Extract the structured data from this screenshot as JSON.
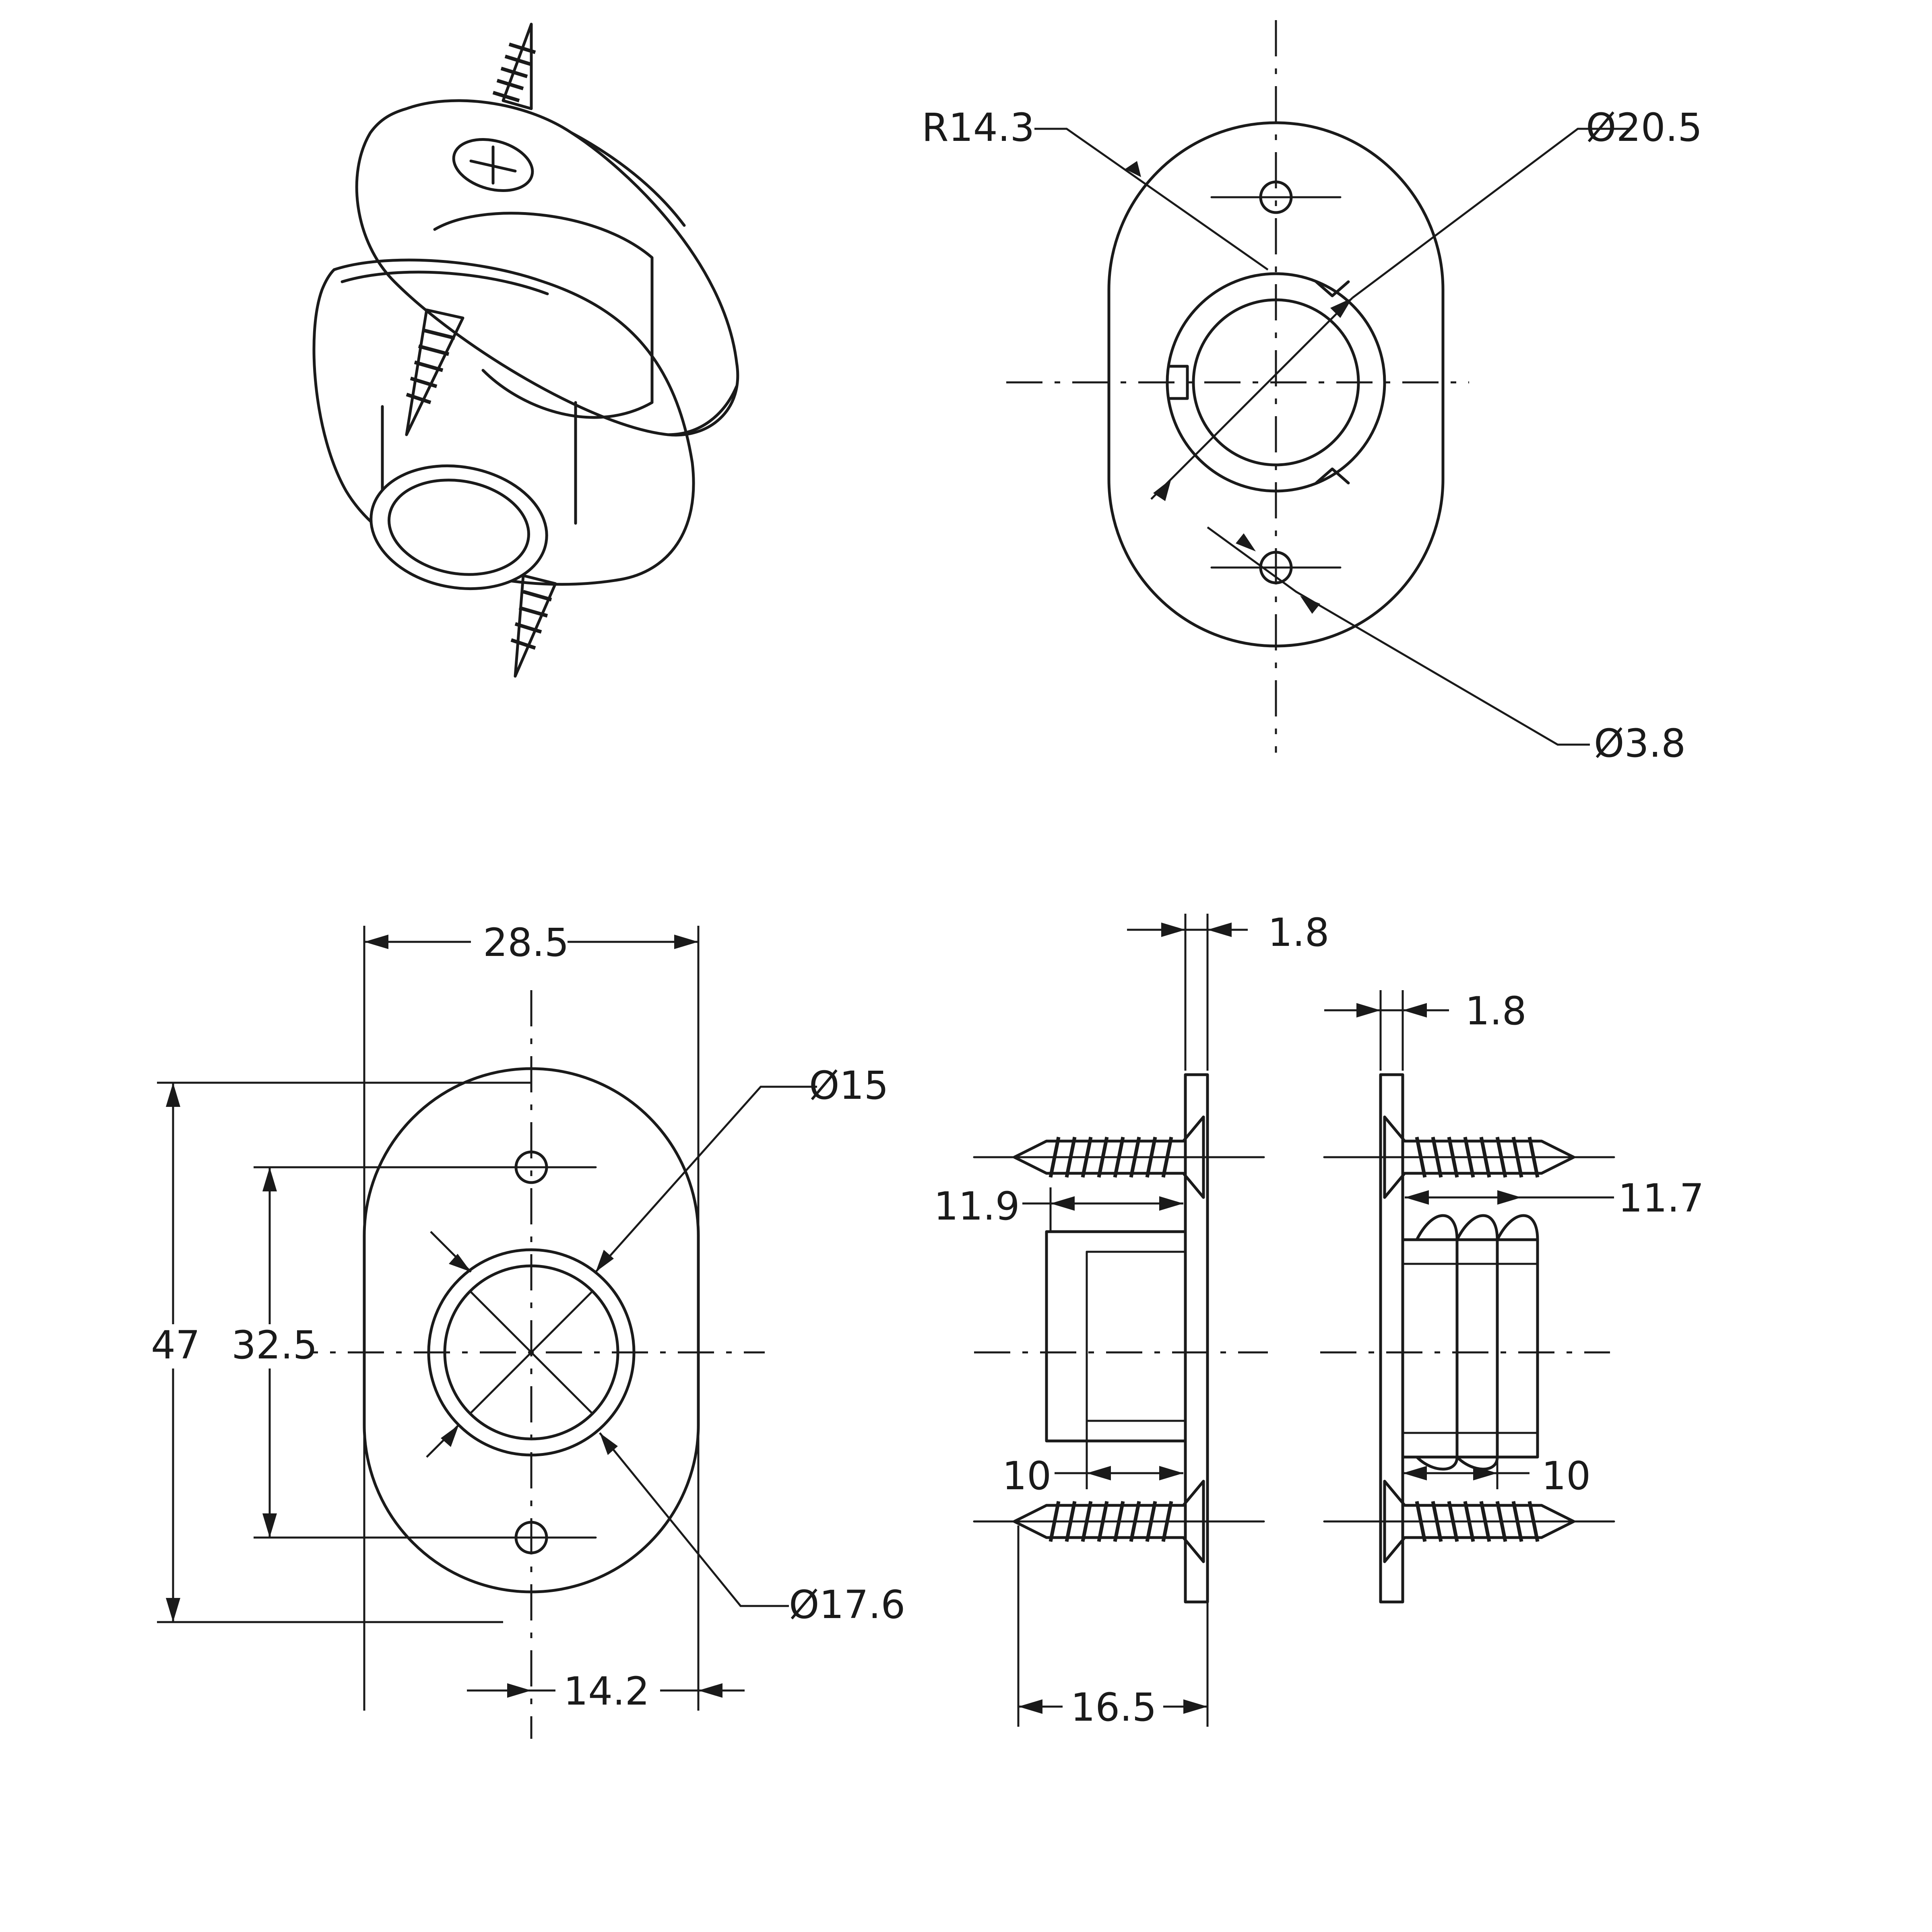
{
  "labels": {
    "r14_3": "R14.3",
    "d20_5": "Ø20.5",
    "d3_8": "Ø3.8",
    "w28_5": "28.5",
    "d15": "Ø15",
    "h47": "47",
    "h32_5": "32.5",
    "d17_6": "Ø17.6",
    "w14_2": "14.2",
    "t1_8_left": "1.8",
    "t1_8_right": "1.8",
    "l11_9": "11.9",
    "l11_7": "11.7",
    "l10_left": "10",
    "l10_right": "10",
    "l16_5": "16.5"
  }
}
